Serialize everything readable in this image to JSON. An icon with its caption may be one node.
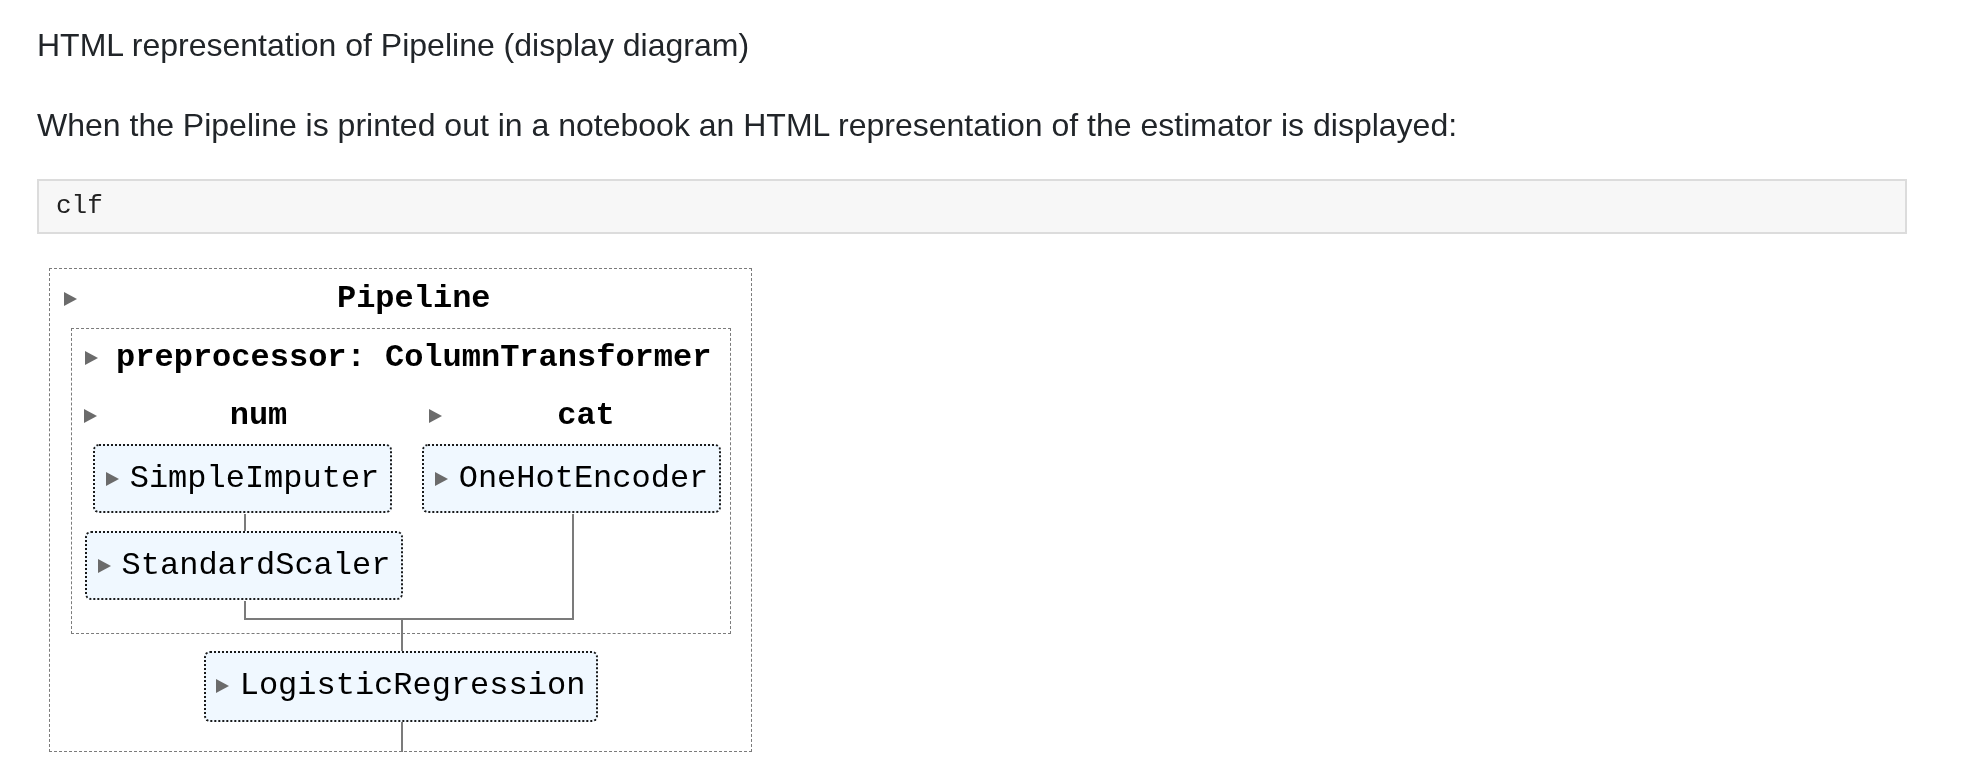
{
  "diagram": {
    "title": "HTML representation of Pipeline (display diagram)",
    "nodes": [
      {
        "text": [
          "Pipeline"
        ]
      },
      {
        "text": [
          "preprocessor: ColumnTransformer"
        ],
        "in": 0
      },
      {
        "text": [
          "SimpleImputer"
        ],
        "in": 1
      },
      {
        "text": [
          "OneHotEncoder"
        ],
        "in": 1
      },
      {
        "text": [
          "StandardScaler"
        ],
        "in": 1
      },
      {
        "text": [
          "LogisticRegression"
        ],
        "in": 0
      }
    ],
    "edges": [
      {
        "from": 2,
        "to": 4,
        "arrow": "none"
      },
      {
        "from": 4,
        "to": 5,
        "arrow": "none"
      },
      {
        "from": 3,
        "to": 5,
        "arrow": "none"
      },
      {
        "from": 5,
        "to": null,
        "arrow": "none"
      }
    ],
    "labels": [
      "When the Pipeline is printed out in a notebook an HTML representation of the estimator is displayed:",
      "clf",
      "num",
      "cat"
    ]
  }
}
